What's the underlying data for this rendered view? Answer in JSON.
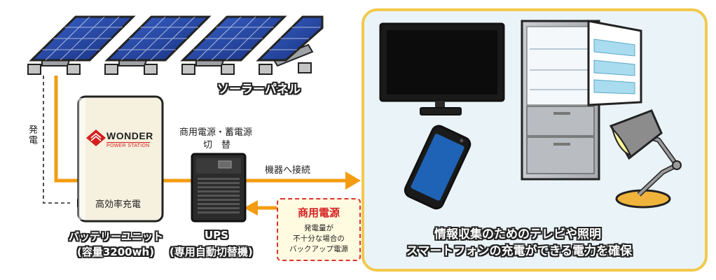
{
  "solar_panel_label": "ソーラーパネル",
  "generation_label": "発電",
  "brand": {
    "name": "WONDER",
    "subtitle": "POWER STATION"
  },
  "charging_label": "高効率充電",
  "battery": {
    "line1": "バッテリーユニット",
    "line2": "(容量3200wh)"
  },
  "switch_label": {
    "line1": "商用電源・蓄電源",
    "line2": "切　替"
  },
  "ups": {
    "line1": "UPS",
    "line2": "(専用自動切替機)"
  },
  "to_devices_label": "機器へ接続",
  "grid_power": {
    "title": "商用電源",
    "line1": "発電量が",
    "line2": "不十分な場合の",
    "line3": "バックアップ電源"
  },
  "panel_caption": {
    "line1": "情報収集のためのテレビや照明",
    "line2": "スマートフォンの充電ができる電力を確保"
  },
  "colors": {
    "orange": "#f39c12",
    "brand_red": "#d42020",
    "panel_blue": "#1f3f9a",
    "panel_bg": "#eaf4f8",
    "panel_border": "#f2c94c"
  },
  "icons": [
    "solar-panel-icon",
    "battery-unit-icon",
    "ups-icon",
    "tv-icon",
    "smartphone-icon",
    "refrigerator-icon",
    "desk-lamp-icon"
  ]
}
